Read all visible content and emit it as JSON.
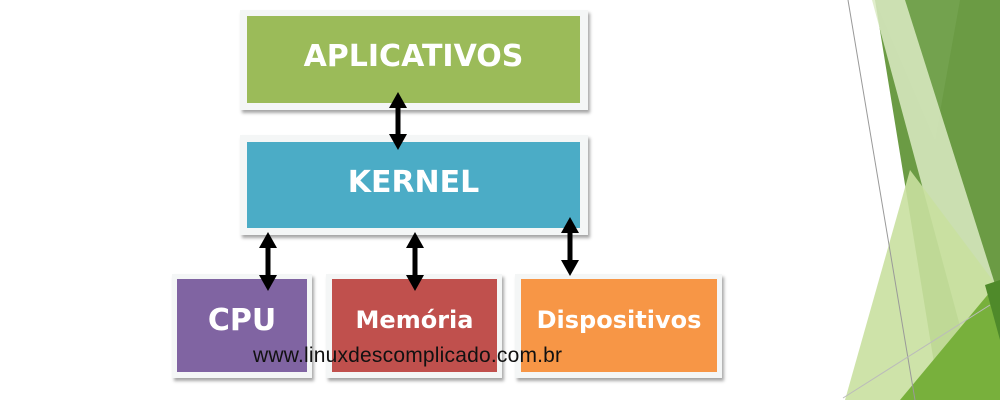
{
  "diagram": {
    "nodes": [
      {
        "id": "apps",
        "label": "APLICATIVOS",
        "color": "#9bbb59"
      },
      {
        "id": "kernel",
        "label": "KERNEL",
        "color": "#4bacc6"
      },
      {
        "id": "cpu",
        "label": "CPU",
        "color": "#8064a2"
      },
      {
        "id": "mem",
        "label": "Memória",
        "color": "#c0504d"
      },
      {
        "id": "dev",
        "label": "Dispositivos",
        "color": "#f79646"
      }
    ],
    "edges": [
      {
        "from": "apps",
        "to": "kernel",
        "type": "bidirectional"
      },
      {
        "from": "kernel",
        "to": "cpu",
        "type": "bidirectional"
      },
      {
        "from": "kernel",
        "to": "mem",
        "type": "bidirectional"
      },
      {
        "from": "kernel",
        "to": "dev",
        "type": "bidirectional"
      }
    ]
  },
  "watermark": "www.linuxdescomplicado.com.br",
  "decoration": {
    "theme": "green-triangles",
    "colors": [
      "#6a9a40",
      "#78b03c",
      "#dcebc0",
      "#c6df9c"
    ]
  }
}
